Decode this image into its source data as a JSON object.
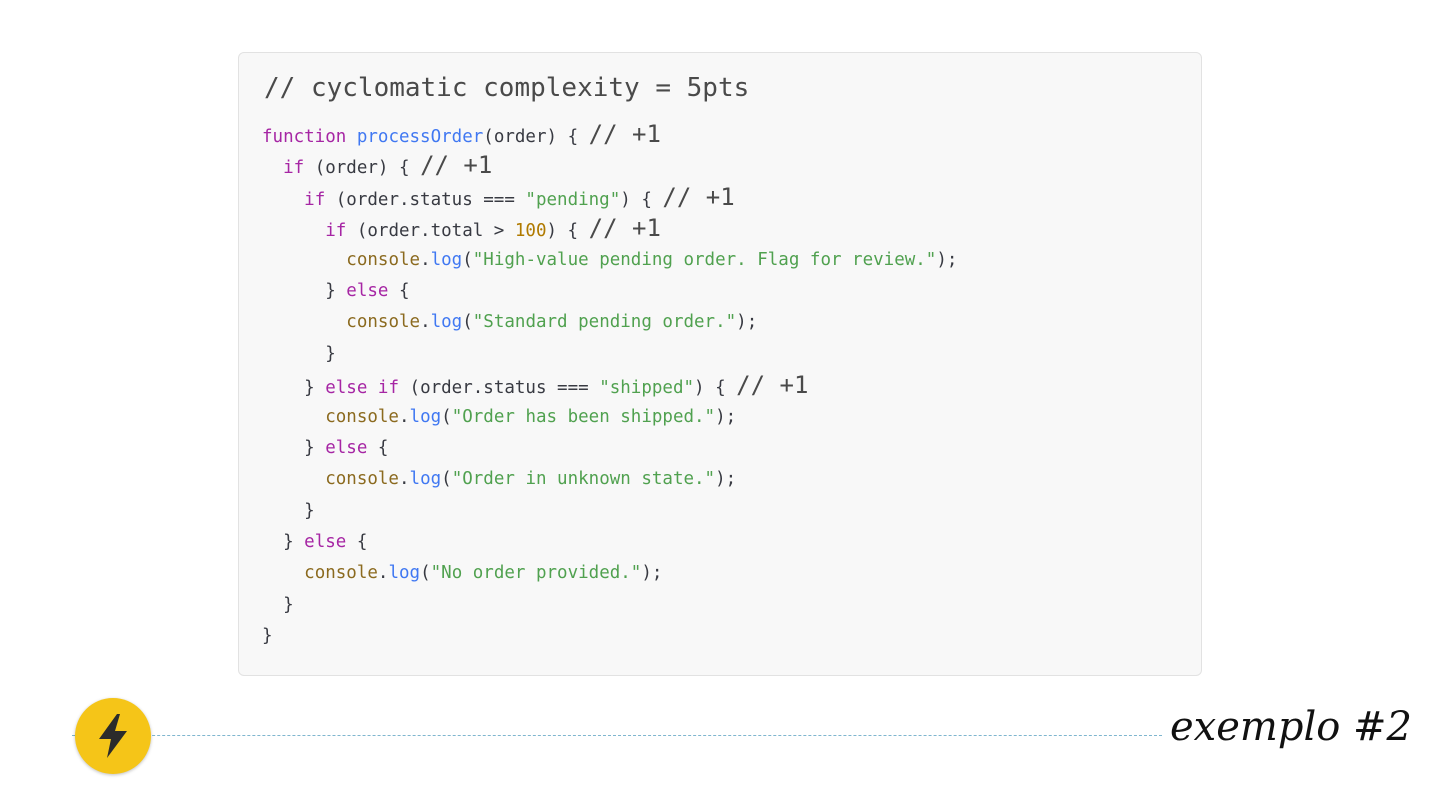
{
  "heading": "// cyclomatic complexity = 5pts",
  "code": {
    "l1": {
      "kw": "function",
      "fn": "processOrder",
      "rest": "(order) { ",
      "ann": "// +1"
    },
    "l2": {
      "indent": "  ",
      "kw": "if",
      "rest": " (order) { ",
      "ann": "// +1"
    },
    "l3": {
      "indent": "    ",
      "kw": "if",
      "pre": " (order.status === ",
      "str": "\"pending\"",
      "rest": ") { ",
      "ann": "// +1"
    },
    "l4": {
      "indent": "      ",
      "kw": "if",
      "pre": " (order.total > ",
      "num": "100",
      "rest": ") { ",
      "ann": "// +1"
    },
    "l5": {
      "indent": "        ",
      "obj": "console",
      "dot": ".",
      "fn": "log",
      "open": "(",
      "str": "\"High-value pending order. Flag for review.\"",
      "close": ");"
    },
    "l6": {
      "indent": "      ",
      "pre": "} ",
      "kw": "else",
      "rest": " {"
    },
    "l7": {
      "indent": "        ",
      "obj": "console",
      "dot": ".",
      "fn": "log",
      "open": "(",
      "str": "\"Standard pending order.\"",
      "close": ");"
    },
    "l8": {
      "indent": "      ",
      "text": "}"
    },
    "l9": {
      "indent": "    ",
      "pre": "} ",
      "kw": "else if",
      "mid": " (order.status === ",
      "str": "\"shipped\"",
      "rest": ") { ",
      "ann": "// +1"
    },
    "l10": {
      "indent": "      ",
      "obj": "console",
      "dot": ".",
      "fn": "log",
      "open": "(",
      "str": "\"Order has been shipped.\"",
      "close": ");"
    },
    "l11": {
      "indent": "    ",
      "pre": "} ",
      "kw": "else",
      "rest": " {"
    },
    "l12": {
      "indent": "      ",
      "obj": "console",
      "dot": ".",
      "fn": "log",
      "open": "(",
      "str": "\"Order in unknown state.\"",
      "close": ");"
    },
    "l13": {
      "indent": "    ",
      "text": "}"
    },
    "l14": {
      "indent": "  ",
      "pre": "} ",
      "kw": "else",
      "rest": " {"
    },
    "l15": {
      "indent": "    ",
      "obj": "console",
      "dot": ".",
      "fn": "log",
      "open": "(",
      "str": "\"No order provided.\"",
      "close": ");"
    },
    "l16": {
      "indent": "  ",
      "text": "}"
    },
    "l17": {
      "indent": "",
      "text": "}"
    }
  },
  "footer": {
    "icon": "lightning-bolt-icon",
    "accent_color": "#f5c518",
    "line_color": "#7fb6cf",
    "label": "exemplo #2"
  }
}
